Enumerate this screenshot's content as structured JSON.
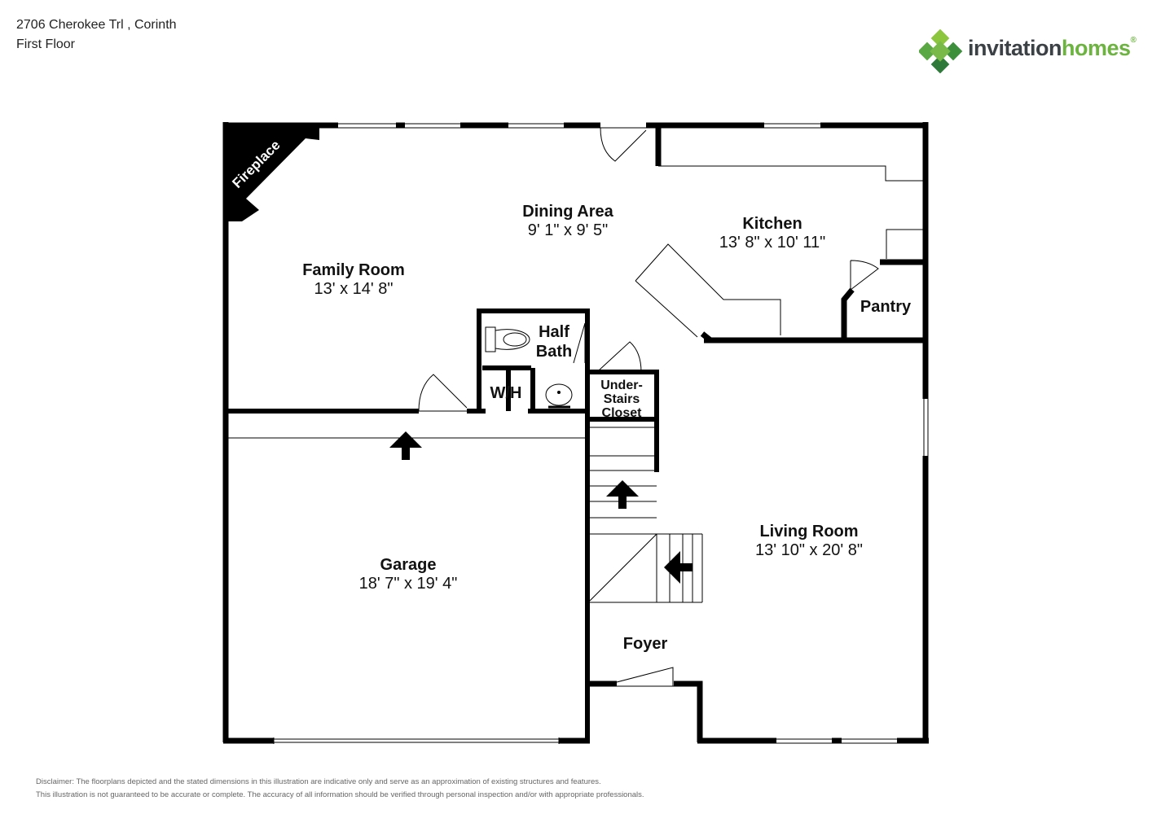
{
  "header": {
    "address": "2706 Cherokee Trl , Corinth",
    "floor": "First Floor"
  },
  "brand": {
    "name_part1": "invitation",
    "name_part2": "homes",
    "mark": "®",
    "color_dark": "#3c4146",
    "color_green": "#6cb33f"
  },
  "rooms": {
    "fireplace": "Fireplace",
    "dining": {
      "name": "Dining Area",
      "dim": "9' 1\" x 9' 5\""
    },
    "kitchen": {
      "name": "Kitchen",
      "dim": "13' 8\" x 10' 11\""
    },
    "family": {
      "name": "Family Room",
      "dim": "13' x 14' 8\""
    },
    "pantry": "Pantry",
    "half_bath": {
      "line1": "Half",
      "line2": "Bath"
    },
    "wh": "W/H",
    "closet": {
      "line1": "Under-",
      "line2": "Stairs",
      "line3": "Closet"
    },
    "garage": {
      "name": "Garage",
      "dim": "18' 7\" x 19' 4\""
    },
    "living": {
      "name": "Living Room",
      "dim": "13' 10\" x 20' 8\""
    },
    "foyer": "Foyer"
  },
  "disclaimer": {
    "line1": "Disclaimer: The floorplans depicted and the stated dimensions in this illustration are indicative only and serve as an approximation of existing structures and features.",
    "line2": "This illustration is not guaranteed to be accurate or complete. The accuracy of all information should be verified through personal inspection and/or with appropriate professionals."
  }
}
